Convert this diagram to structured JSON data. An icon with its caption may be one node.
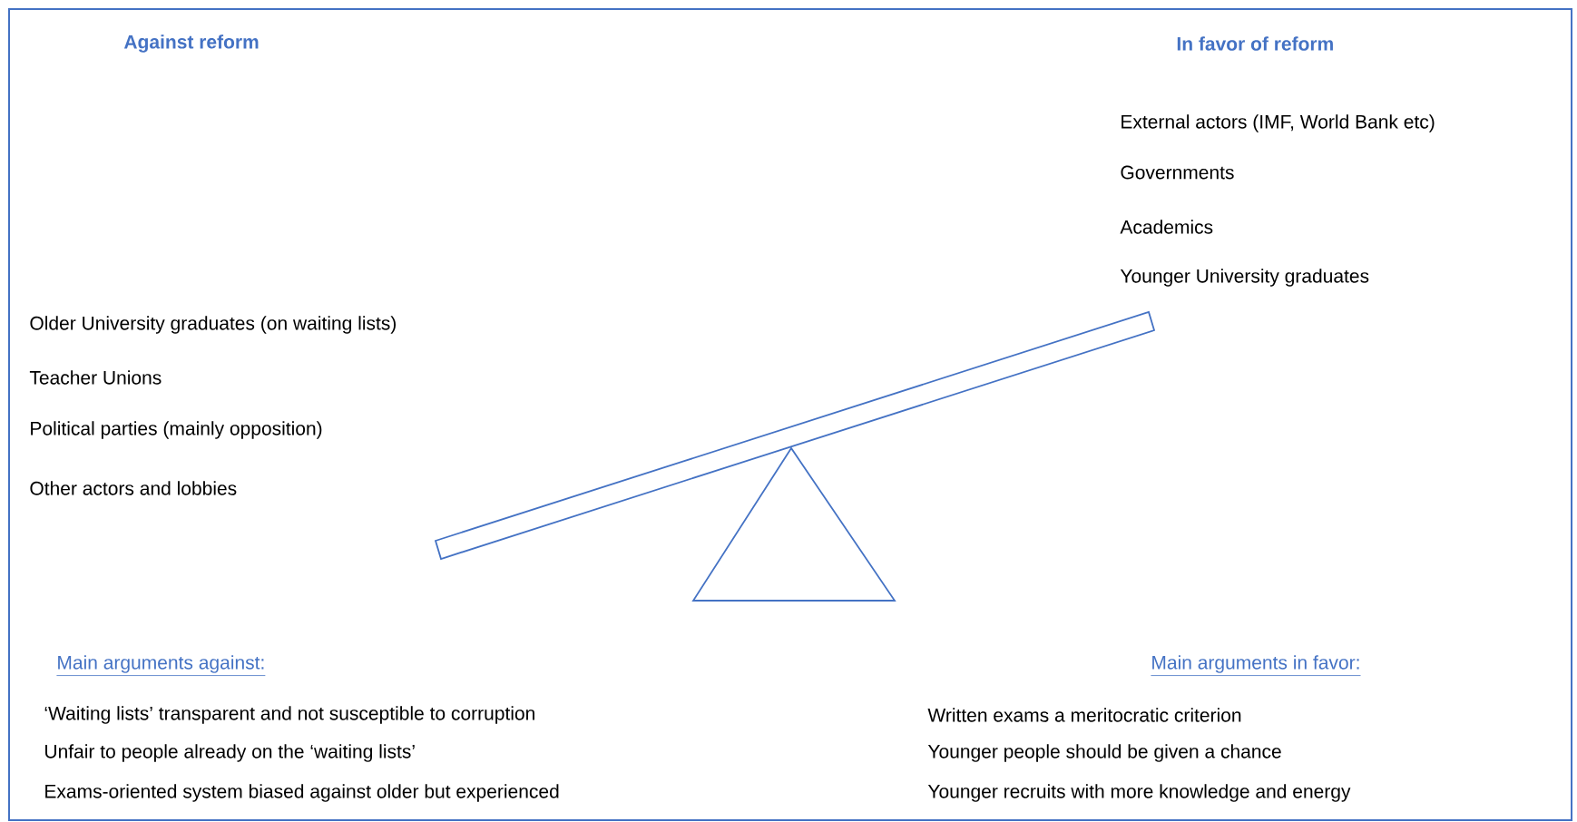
{
  "diagram": {
    "labels": [
      "Against reform",
      "In favor of reform",
      "External actors (IMF, World Bank etc)",
      "Governments",
      "Academics",
      "Younger University graduates",
      "Older University graduates (on waiting lists)",
      "Teacher Unions",
      "Political parties (mainly opposition)",
      "Other actors and lobbies",
      "Main arguments against:",
      "Main arguments in favor:",
      "‘Waiting lists’ transparent and not susceptible to corruption",
      "Unfair to people already on the ‘waiting lists’",
      "Exams-oriented system biased against older but experienced",
      "Written exams a meritocratic criterion",
      "Younger people should be given a chance",
      "Younger recruits with more knowledge and energy"
    ]
  }
}
